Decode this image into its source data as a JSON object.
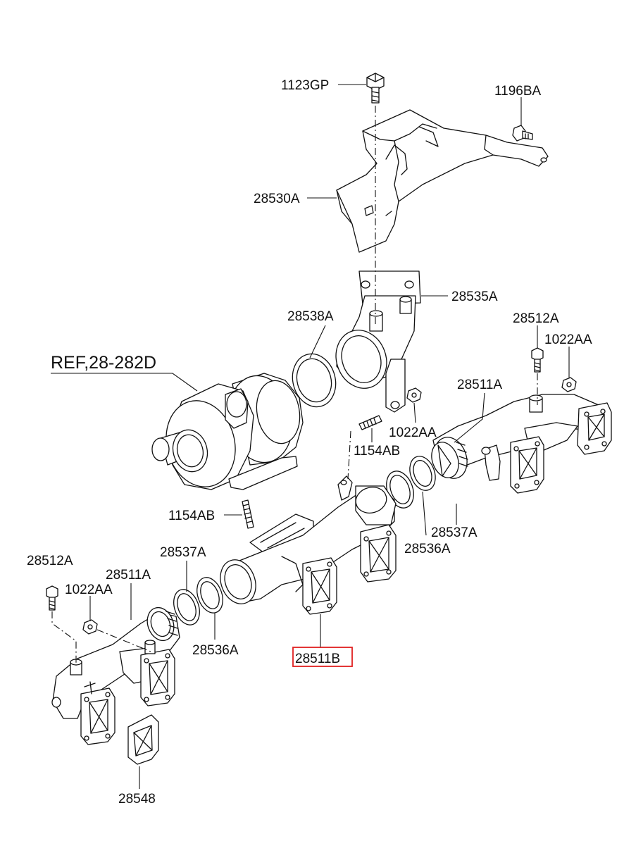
{
  "diagram": {
    "labels": {
      "bolt_top": "1123GP",
      "bolt_right": "1196BA",
      "heat_shield": "28530A",
      "elbow": "28535A",
      "gasket_turbo": "28538A",
      "turbo_ref": "REF,28-282D",
      "bolt_right_manifold": "28512A",
      "nut_right_manifold": "1022AA",
      "manifold_right": "28511A",
      "nut_elbow": "1022AA",
      "stud_upper": "1154AB",
      "stud_lower": "1154AB",
      "ring_right_outer": "28537A",
      "ring_right_inner": "28536A",
      "bolt_left_manifold": "28512A",
      "manifold_left": "28511A",
      "nut_left_manifold": "1022AA",
      "ring_left_outer": "28537A",
      "ring_left_inner": "28536A",
      "manifold_center": "28511B",
      "gasket_bottom": "28548"
    },
    "highlight_color": "#e02020"
  }
}
